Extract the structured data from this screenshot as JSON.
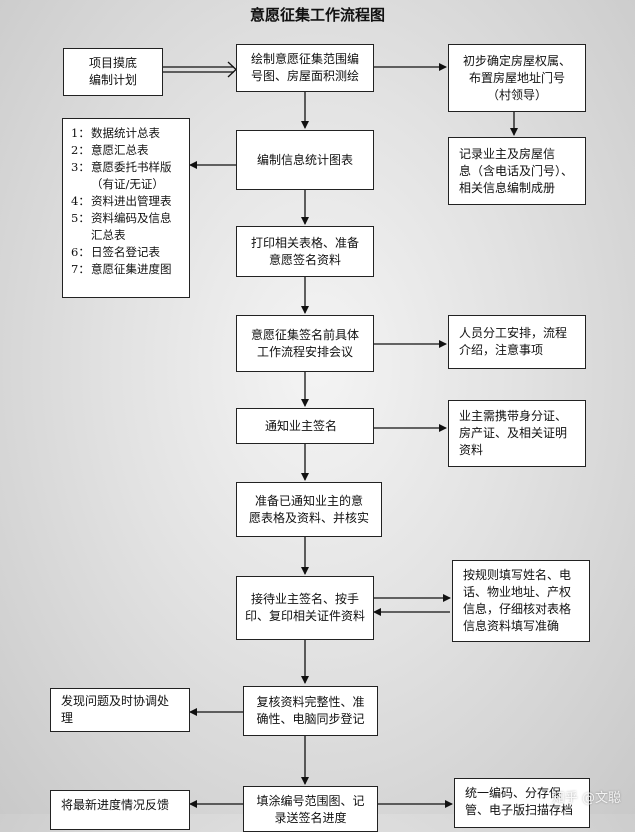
{
  "title": "意愿征集工作流程图",
  "boxes": {
    "plan": "项目摸底\n编制计划",
    "draw": "绘制意愿征集范围编\n号图、房屋面积测绘",
    "confirm": "初步确定房屋权属、\n布置房屋地址门号\n（村领导）",
    "record": "记录业主及房屋信\n息（含电话及门号）、\n相关信息编制成册",
    "compile": "编制信息统计图表",
    "print": "打印相关表格、准备\n意愿签名资料",
    "meeting": "意愿征集签名前具体\n工作流程安排会议",
    "staff": "人员分工安排，流程\n介绍，注意事项",
    "notify": "通知业主签名",
    "bring": "业主需携带身分证、\n房产证、及相关证明\n资料",
    "prepare": "准备已通知业主的意\n愿表格及资料、并核实",
    "receive": "接待业主签名、按手\n印、复印相关证件资料",
    "fill_rule": "按规则填写姓名、电\n话、物业地址、产权\n信息，仔细核对表格\n信息资料填写准确",
    "review": "复核资料完整性、准\n确性、电脑同步登记",
    "issue": "发现问题及时协调处\n理",
    "fill_range": "填涂编号范围图、记\n录送签名进度",
    "feedback": "将最新进度情况反馈",
    "archive": "统一编码、分存保\n管、电子版扫描存档"
  },
  "list_items": [
    {
      "num": "1：",
      "text": "数据统计总表"
    },
    {
      "num": "2：",
      "text": "意愿汇总表"
    },
    {
      "num": "3：",
      "text": "意愿委托书样版\n（有证/无证）"
    },
    {
      "num": "4：",
      "text": "资料进出管理表"
    },
    {
      "num": "5：",
      "text": "资料编码及信息\n汇总表"
    },
    {
      "num": "6：",
      "text": "日签名登记表"
    },
    {
      "num": "7：",
      "text": "意愿征集进度图"
    }
  ],
  "watermark": "知乎 @文聪"
}
